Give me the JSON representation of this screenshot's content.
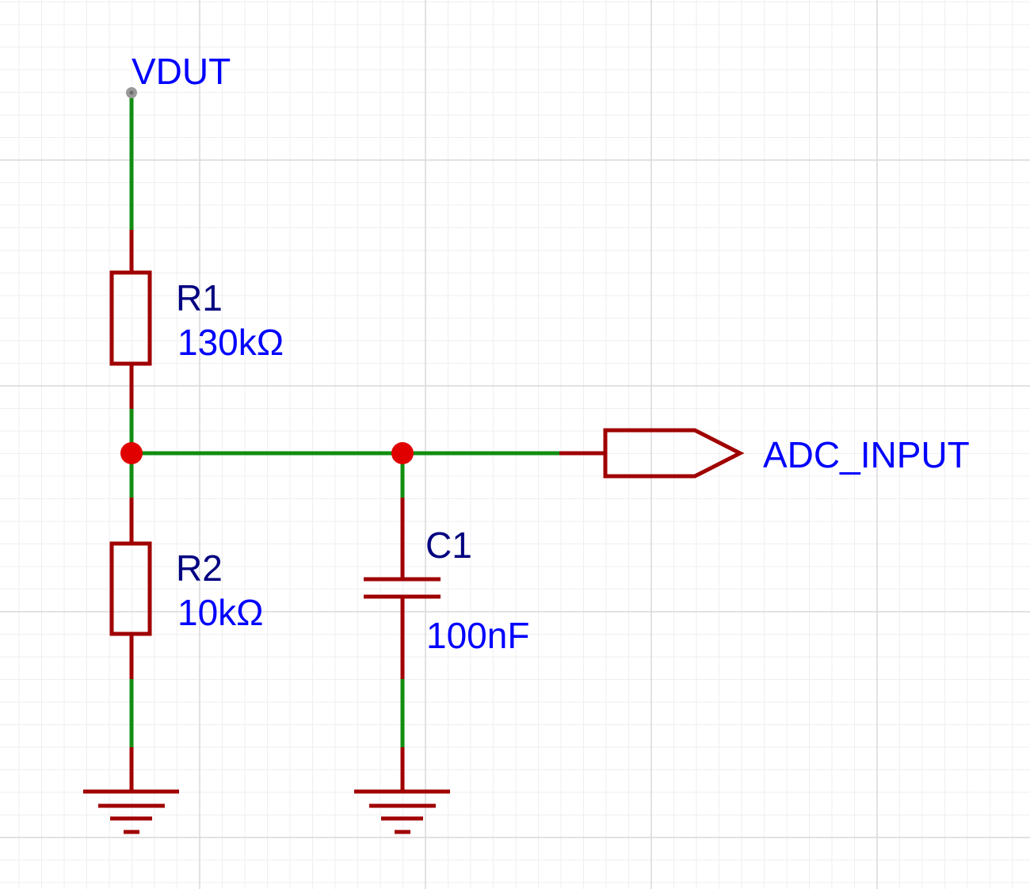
{
  "nets": {
    "power_label": "VDUT",
    "output_port_label": "ADC_INPUT"
  },
  "components": {
    "r1": {
      "designator": "R1",
      "value": "130kΩ"
    },
    "r2": {
      "designator": "R2",
      "value": "10kΩ"
    },
    "c1": {
      "designator": "C1",
      "value": "100nF"
    }
  },
  "colors": {
    "wire": "#118d11",
    "component": "#a00000",
    "junction": "#e00000",
    "net_label": "#0000ff",
    "designator": "#000080",
    "grid_major": "#d9d9d9",
    "grid_minor": "#efefef",
    "pin_endpoint": "#999999"
  },
  "icons": {
    "ground": "ground-symbol",
    "output_port": "port-arrow-icon",
    "junction": "junction-dot"
  }
}
